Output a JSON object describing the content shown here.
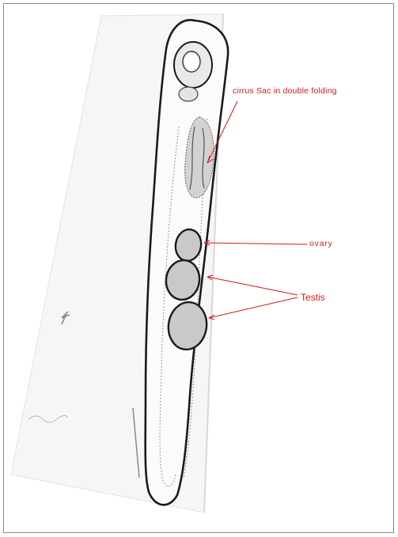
{
  "labels": {
    "cirrus_sac": "cirrus Sac in double folding",
    "ovary": "ovary",
    "testis": "Testis"
  },
  "colors": {
    "annotation": "#d3181b",
    "outline": "#1a1a1a",
    "organ_fill": "#c9c9c9",
    "paper": "#f7f7f7"
  }
}
